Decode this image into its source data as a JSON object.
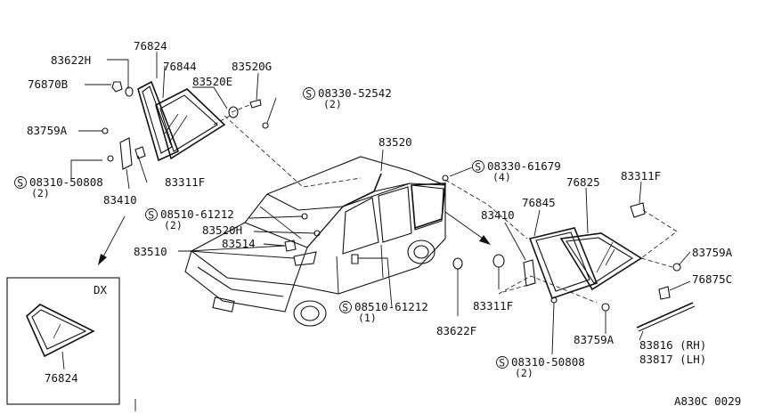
{
  "labels": {
    "l83622H": "83622H",
    "l76824": "76824",
    "l76844": "76844",
    "l83520G": "83520G",
    "l83520E": "83520E",
    "l76870B": "76870B",
    "l08330_52542": "08330-52542",
    "l08330_52542_qty": "(2)",
    "l83759A_left": "83759A",
    "l08310_50808_left": "08310-50808",
    "l08310_50808_left_qty": "(2)",
    "l83311F_left": "83311F",
    "l83410_left": "83410",
    "l83520": "83520",
    "l08330_61679": "08330-61679",
    "l08330_61679_qty": "(4)",
    "l83311F_right_top": "83311F",
    "l76845": "76845",
    "l76825": "76825",
    "l83410_right": "83410",
    "l08510_61212_top": "08510-61212",
    "l08510_61212_top_qty": "(2)",
    "l83520H": "83520H",
    "l83514": "83514",
    "l83510": "83510",
    "l83759A_right": "83759A",
    "l76875C": "76875C",
    "l08510_61212_bottom": "08510-61212",
    "l08510_61212_bottom_qty": "(1)",
    "l83311F_right_bottom": "83311F",
    "l83622F": "83622F",
    "l83759A_bottom": "83759A",
    "l83816": "83816 (RH)",
    "l83817": "83817 (LH)",
    "l08310_50808_right": "08310-50808",
    "l08310_50808_right_qty": "(2)",
    "inset_tag": "DX",
    "inset_part": "76824",
    "screw_symbol": "S",
    "drawing_code": "A830C 0029"
  }
}
